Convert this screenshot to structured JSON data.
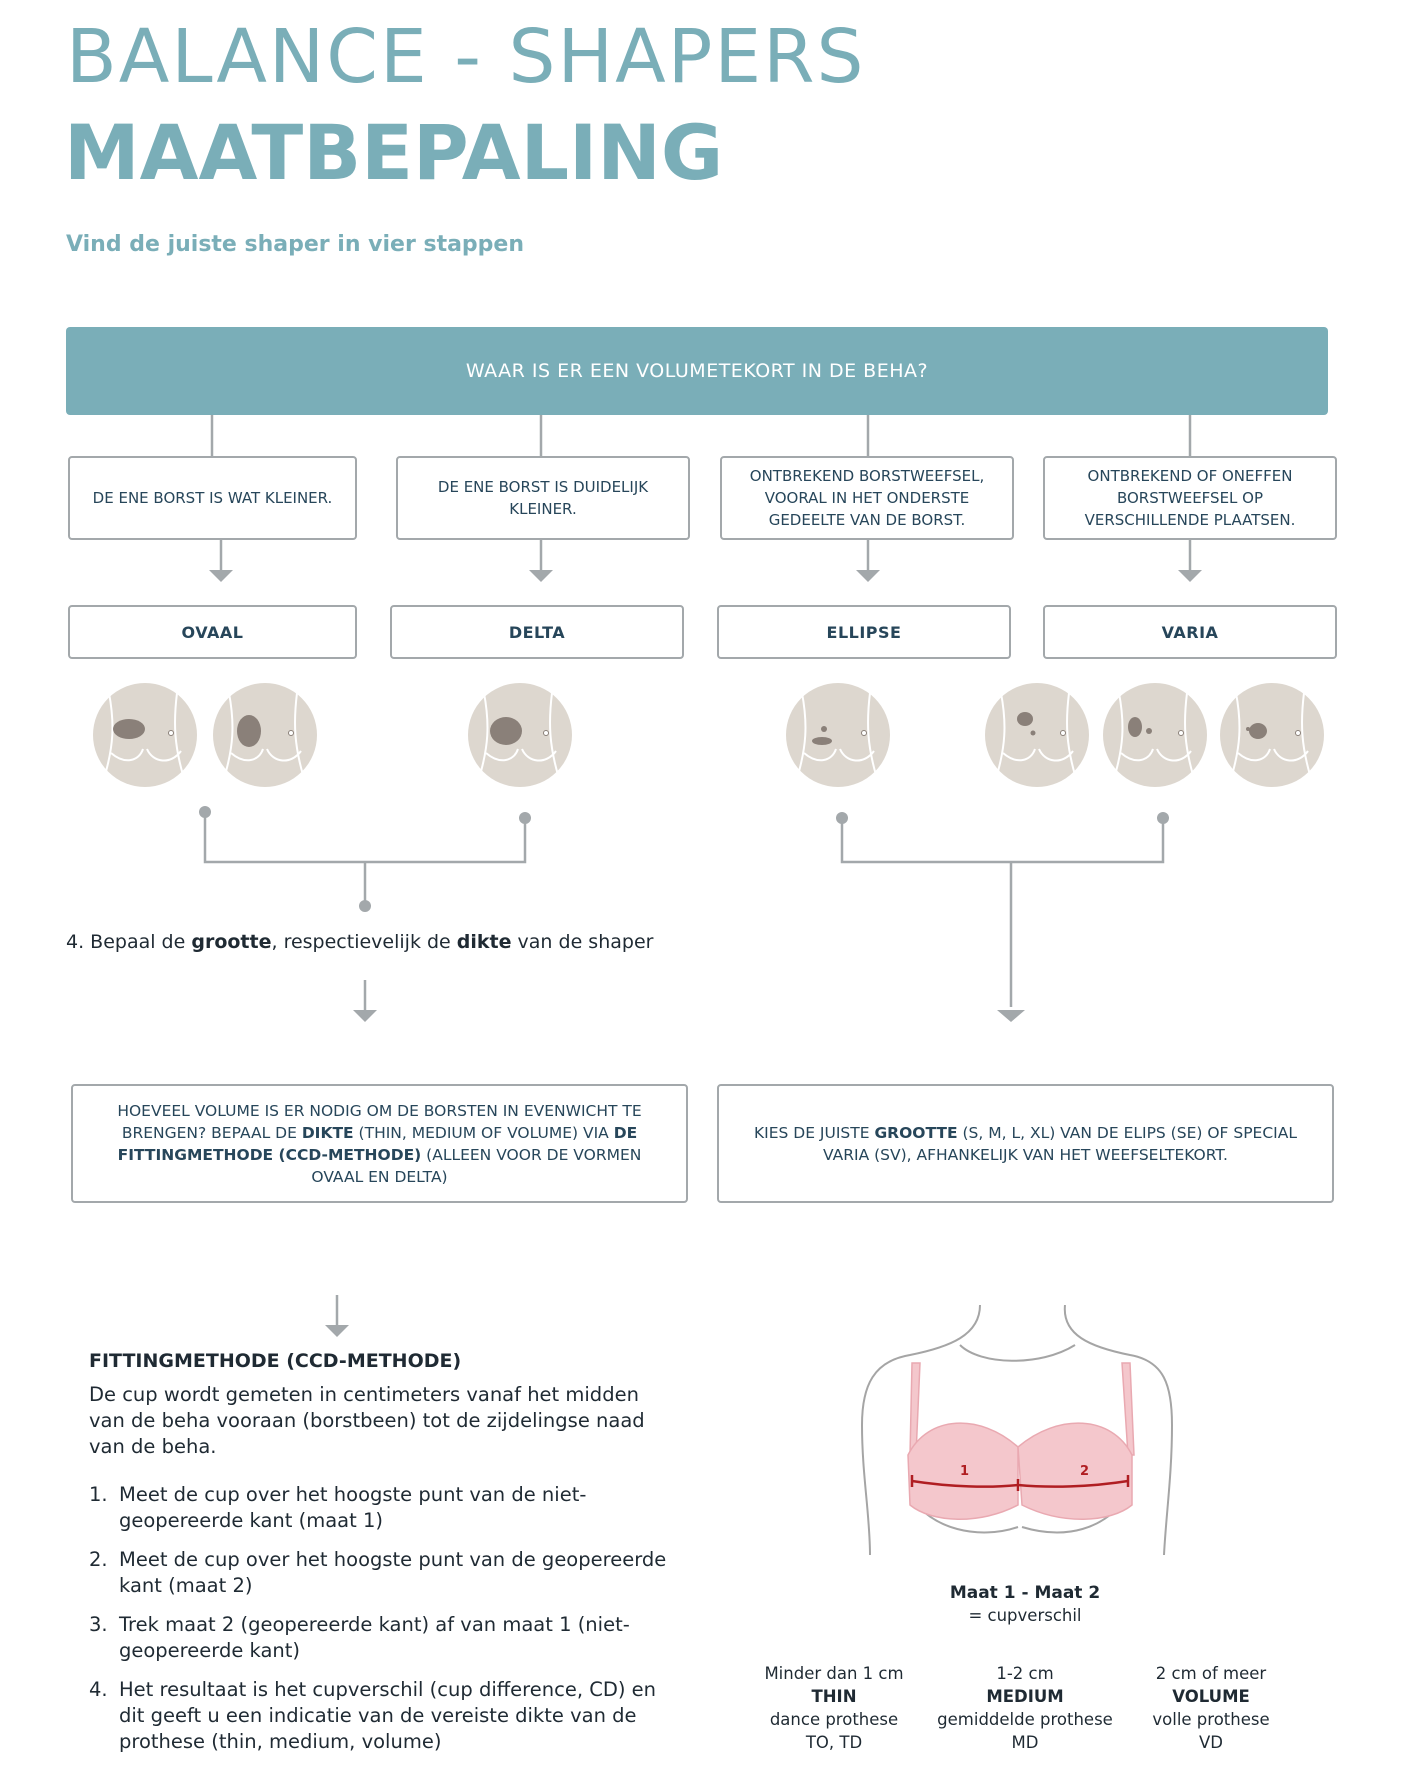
{
  "header": {
    "brand": "BALANCE - SHAPERS",
    "title": "MAATBEPALING",
    "subtitle": "Vind de juiste shaper in vier stappen"
  },
  "question": "WAAR IS ER EEN VOLUMETEKORT IN DE BEHA?",
  "answers": [
    "DE ENE BORST IS WAT KLEINER.",
    "DE ENE BORST IS DUIDELIJK KLEINER.",
    "ONTBREKEND BORSTWEEFSEL, VOORAL IN HET ONDERSTE GEDEELTE VAN DE BORST.",
    "ONTBREKEND OF ONEFFEN BORSTWEEFSEL OP VERSCHILLENDE PLAATSEN."
  ],
  "shapes": [
    "OVAAL",
    "DELTA",
    "ELLIPSE",
    "VARIA"
  ],
  "step4": {
    "prefix": "4. Bepaal de ",
    "bold1": "grootte",
    "middle": ", respectievelijk de ",
    "bold2": "dikte",
    "suffix": " van de shaper"
  },
  "left_box": {
    "part1": "HOEVEEL VOLUME IS ER NODIG OM DE BORSTEN IN EVENWICHT TE BRENGEN? BEPAAL DE ",
    "bold1": "DIKTE",
    "part2": " (THIN, MEDIUM OF VOLUME) VIA ",
    "bold2": "DE FITTINGMETHODE (CCD-METHODE)",
    "part3": " (ALLEEN VOOR DE VORMEN OVAAL EN DELTA)"
  },
  "right_box": {
    "part1": "KIES DE JUISTE ",
    "bold1": "GROOTTE",
    "part2": " (S, M, L, XL) VAN DE ELIPS (SE) OF SPECIAL VARIA (SV), AFHANKELIJK VAN HET WEEFSELTEKORT."
  },
  "fitting": {
    "title": "FITTINGMETHODE (CCD-METHODE)",
    "intro": "De cup wordt gemeten in centimeters vanaf het midden van de beha vooraan (borstbeen) tot de zijdelingse naad van de beha.",
    "steps": [
      {
        "num": "1.",
        "text": "Meet de cup over het hoogste punt van de niet-geopereerde kant (maat 1)"
      },
      {
        "num": "2.",
        "text": "Meet de cup over het hoogste punt van de geopereerde kant (maat 2)"
      },
      {
        "num": "3.",
        "text": "Trek maat 2 (geopereerde kant) af van maat 1 (niet-geopereerde kant)"
      },
      {
        "num": "4.",
        "text": "Het resultaat is het cupverschil (cup difference, CD) en dit geeft u een indicatie van de vereiste dikte van de prothese (thin, medium, volume)"
      }
    ]
  },
  "figure": {
    "label_1": "1",
    "label_2": "2",
    "formula": "Maat 1 - Maat 2",
    "formula_sub": "= cupverschil"
  },
  "results": [
    {
      "range": "Minder dan 1 cm",
      "type": "THIN",
      "desc": "dance prothese",
      "codes": "TO, TD"
    },
    {
      "range": "1-2 cm",
      "type": "MEDIUM",
      "desc": "gemiddelde prothese",
      "codes": "MD"
    },
    {
      "range": "2 cm of meer",
      "type": "VOLUME",
      "desc": "volle prothese",
      "codes": "VD"
    }
  ],
  "colors": {
    "accent": "#7aaeb8",
    "box_text": "#27465a",
    "connector": "#a3a8ab",
    "circle": "#ddd7cf",
    "defect": "#8a8079",
    "bra": "#f4c7cc",
    "measure": "#b01e22"
  }
}
